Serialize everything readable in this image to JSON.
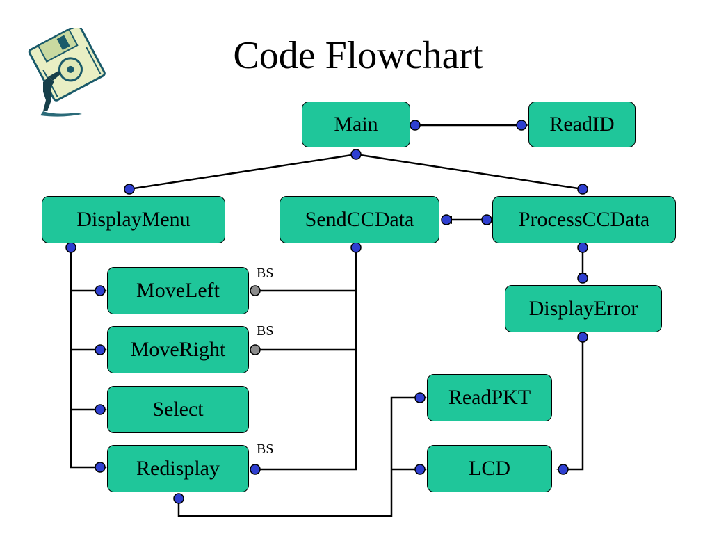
{
  "title": "Code Flowchart",
  "logo": {
    "icon": "floppy-disk-carrier-clipart"
  },
  "nodes": {
    "main": "Main",
    "readid": "ReadID",
    "displaymenu": "DisplayMenu",
    "sendccdata": "SendCCData",
    "processccdata": "ProcessCCData",
    "moveleft": "MoveLeft",
    "moveright": "MoveRight",
    "select": "Select",
    "redisplay": "Redisplay",
    "displayerror": "DisplayError",
    "readpkt": "ReadPKT",
    "lcd": "LCD"
  },
  "labels": {
    "bs_moveleft": "BS",
    "bs_moveright": "BS",
    "bs_redisplay": "BS"
  },
  "colors": {
    "node_fill": "#1fc69a",
    "connector_blue": "#2f3fd0",
    "connector_gray": "#8c8c8c"
  },
  "edges": [
    {
      "from": "Main",
      "to": "ReadID"
    },
    {
      "from": "Main",
      "to": "DisplayMenu"
    },
    {
      "from": "Main",
      "to": "ProcessCCData"
    },
    {
      "from": "ProcessCCData",
      "to": "SendCCData"
    },
    {
      "from": "ProcessCCData",
      "to": "DisplayError"
    },
    {
      "from": "DisplayMenu",
      "to": "MoveLeft"
    },
    {
      "from": "DisplayMenu",
      "to": "MoveRight"
    },
    {
      "from": "DisplayMenu",
      "to": "Select"
    },
    {
      "from": "DisplayMenu",
      "to": "Redisplay"
    },
    {
      "from": "MoveLeft",
      "to": "SendCCData",
      "label": "BS"
    },
    {
      "from": "MoveRight",
      "to": "SendCCData",
      "label": "BS"
    },
    {
      "from": "Redisplay",
      "to": "SendCCData",
      "label": "BS"
    },
    {
      "from": "Redisplay",
      "to": "ReadPKT"
    },
    {
      "from": "Redisplay",
      "to": "LCD"
    },
    {
      "from": "DisplayError",
      "to": "LCD"
    }
  ]
}
